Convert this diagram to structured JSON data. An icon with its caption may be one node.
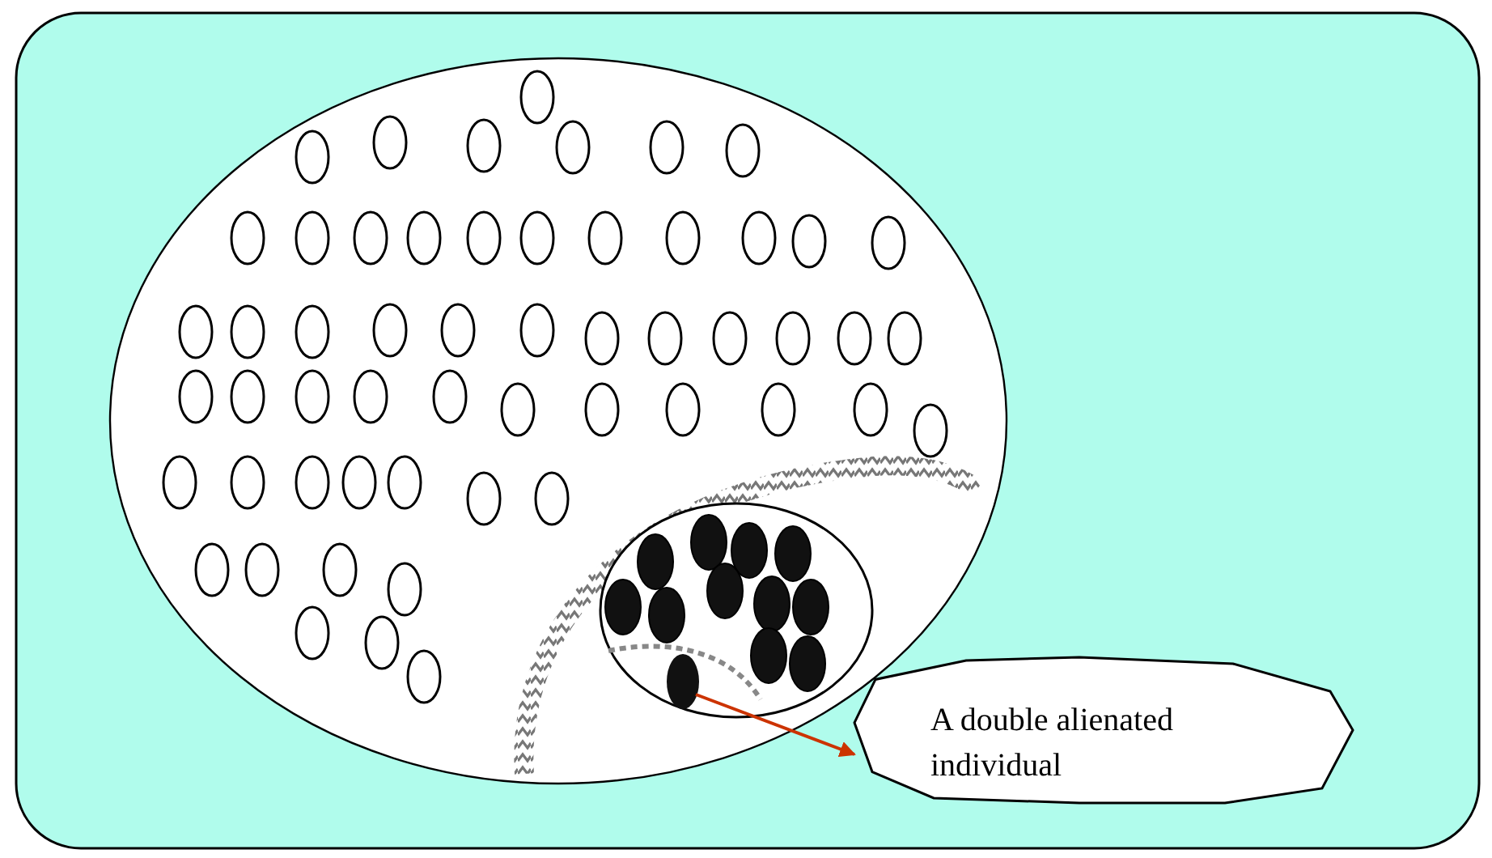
{
  "diagram": {
    "nodes": [
      {
        "text": [],
        "shape": "circle"
      },
      {
        "text": [
          "A double alienated individual"
        ]
      }
    ],
    "edges": [
      {
        "from": 0,
        "to": 1,
        "arrow": "to",
        "color": "#cc3300"
      }
    ]
  }
}
